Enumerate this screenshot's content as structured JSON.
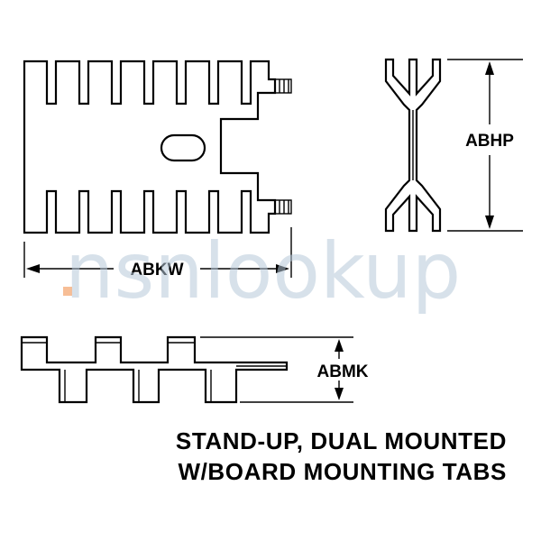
{
  "labels": {
    "width_dim": "ABKW",
    "height_dim": "ABHP",
    "thickness_dim": "ABMK"
  },
  "caption": {
    "line1": "STAND-UP, DUAL MOUNTED",
    "line2": "W/BOARD MOUNTING TABS"
  },
  "watermark": {
    "text": "nsnlookup"
  },
  "colors": {
    "line": "#000000",
    "watermark": "#b7c8d8",
    "watermark_accent": "#f4a36a"
  }
}
